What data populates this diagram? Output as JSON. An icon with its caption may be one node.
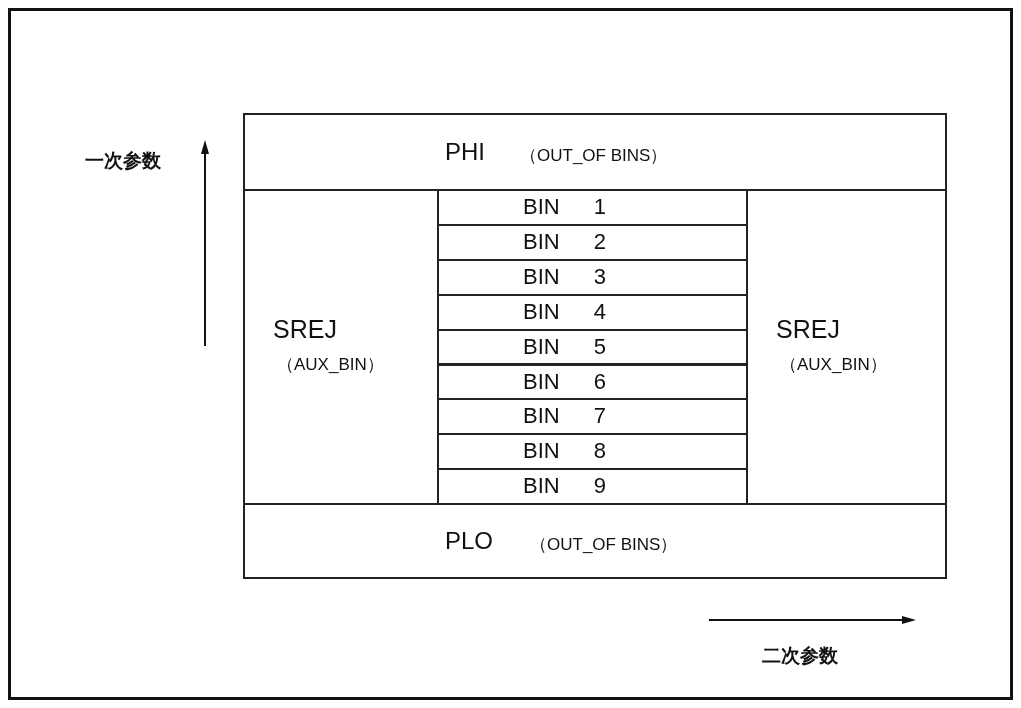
{
  "diagram": {
    "nodes": [
      {
        "text": [
          "PHI",
          "（OUT_OF BINS）"
        ]
      },
      {
        "text": [
          "SREJ",
          "（AUX_BIN）"
        ]
      },
      {
        "text": [
          "BIN 1"
        ]
      },
      {
        "text": [
          "BIN 2"
        ]
      },
      {
        "text": [
          "BIN 3"
        ]
      },
      {
        "text": [
          "BIN 4"
        ]
      },
      {
        "text": [
          "BIN 5"
        ]
      },
      {
        "text": [
          "BIN 6"
        ]
      },
      {
        "text": [
          "BIN 7"
        ]
      },
      {
        "text": [
          "BIN 8"
        ]
      },
      {
        "text": [
          "BIN 9"
        ]
      },
      {
        "text": [
          "SREJ",
          "（AUX_BIN）"
        ]
      },
      {
        "text": [
          "PLO",
          "（OUT_OF BINS）"
        ]
      }
    ],
    "labels": [
      "一次参数",
      "二次参数"
    ]
  }
}
